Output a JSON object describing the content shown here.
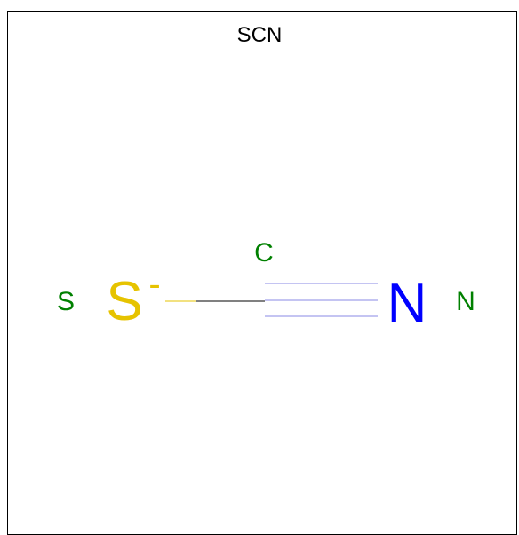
{
  "title": "SCN",
  "atoms": {
    "sulfur": {
      "symbol": "S",
      "charge": "-",
      "label": "S",
      "color": "#e6c300",
      "label_color": "#008000"
    },
    "carbon": {
      "label": "C",
      "label_color": "#008000"
    },
    "nitrogen": {
      "symbol": "N",
      "label": "N",
      "color": "#0000ff",
      "label_color": "#008000"
    }
  },
  "bonds": {
    "s_c": {
      "order": 1,
      "colors": [
        "#e6c300",
        "#000000"
      ]
    },
    "c_n": {
      "order": 3,
      "colors": [
        "#000000",
        "#0000ff"
      ]
    }
  }
}
